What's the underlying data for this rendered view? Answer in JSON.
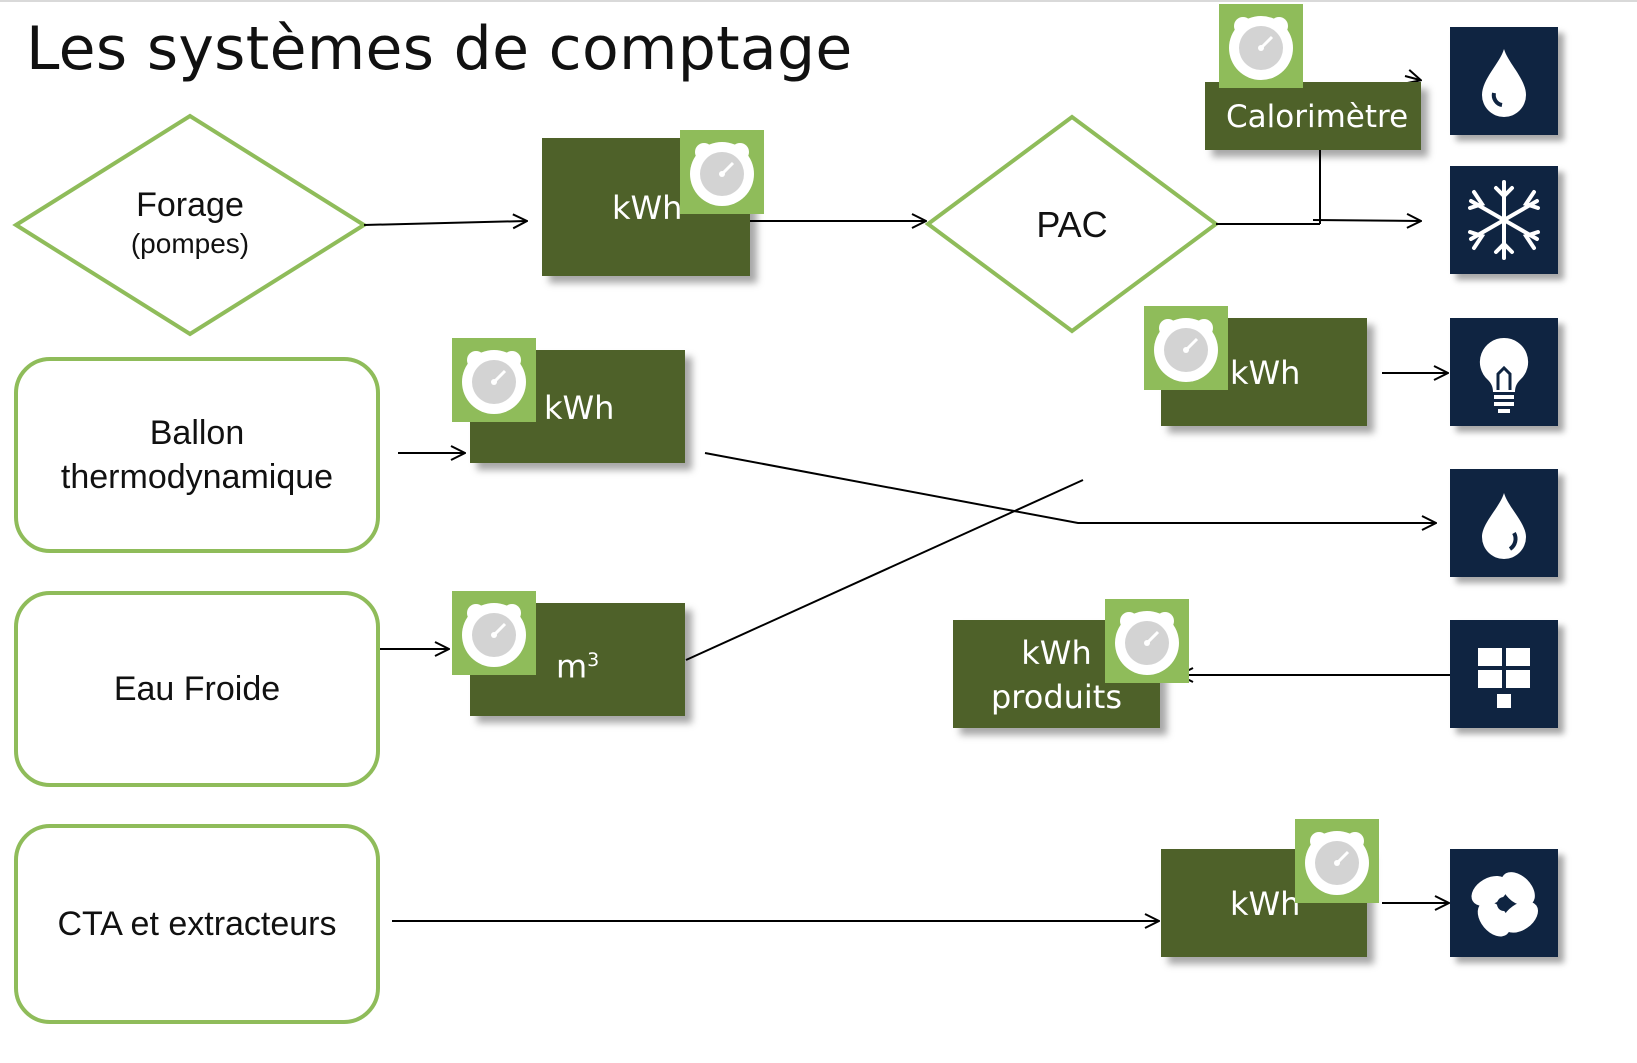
{
  "title": "Les systèmes de comptage",
  "sources": {
    "forage": {
      "line1": "Forage",
      "line2": "(pompes)"
    },
    "pac": "PAC",
    "ballon": {
      "line1": "Ballon",
      "line2": "thermodynamique"
    },
    "eau_froide": "Eau Froide",
    "cta": "CTA et extracteurs"
  },
  "meters": {
    "forage_kwh": "kWh",
    "calorimetre": "Calorimètre",
    "pac_kwh": "kWh",
    "ballon_kwh": "kWh",
    "eau_m3": {
      "unit": "m",
      "exp": "3"
    },
    "kwh_produits": {
      "line1": "kWh",
      "line2": "produits"
    },
    "cta_kwh": "kWh"
  },
  "usage_icons": [
    "water-drop-icon",
    "snowflake-icon",
    "lightbulb-icon",
    "water-drop-icon",
    "solar-panel-icon",
    "fan-icon"
  ],
  "colors": {
    "meter_green": "#4e6129",
    "accent_green": "#8fbc5a",
    "navy": "#0f2441"
  }
}
